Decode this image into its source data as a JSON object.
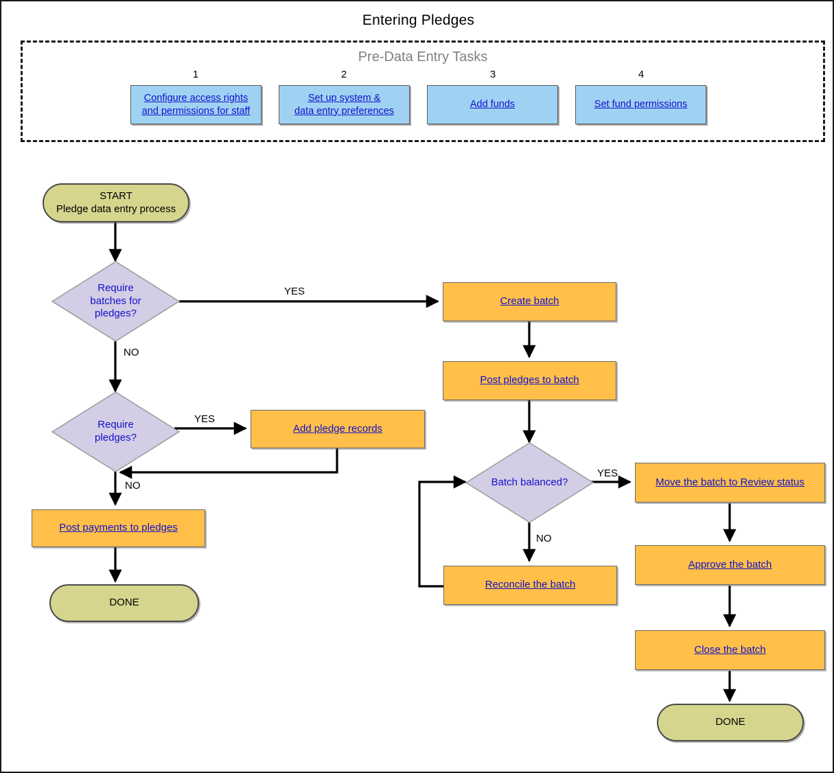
{
  "page": {
    "title": "Entering Pledges",
    "background": "#ffffff",
    "border_color": "#1a1a1a"
  },
  "colors": {
    "orange_fill": "#FFBF49",
    "blue_fill": "#9FD2F2",
    "olive_fill": "#D5D58E",
    "lavender_fill": "#D3CDE5",
    "link_text": "#1111CC",
    "group_title_text": "#808080",
    "connector": "#000000"
  },
  "pre_data_entry": {
    "group_title": "Pre-Data Entry Tasks",
    "tasks": [
      {
        "number": "1",
        "label": "Configure access rights\nand permissions for staff"
      },
      {
        "number": "2",
        "label": "Set up system &\ndata entry preferences"
      },
      {
        "number": "3",
        "label": "Add funds"
      },
      {
        "number": "4",
        "label": "Set fund permissions"
      }
    ]
  },
  "chart_data": {
    "type": "diagram",
    "diagram_type": "flowchart",
    "title": "Entering Pledges",
    "nodes": [
      {
        "id": "start",
        "type": "terminator",
        "label": "START\nPledge data entry process"
      },
      {
        "id": "require_batches",
        "type": "decision",
        "label": "Require\nbatches for\npledges?"
      },
      {
        "id": "require_pledges",
        "type": "decision",
        "label": "Require\npledges?"
      },
      {
        "id": "add_pledge_records",
        "type": "process",
        "label": "Add pledge records"
      },
      {
        "id": "post_payments",
        "type": "process",
        "label": "Post payments to pledges"
      },
      {
        "id": "done_left",
        "type": "terminator",
        "label": "DONE"
      },
      {
        "id": "create_batch",
        "type": "process",
        "label": "Create batch"
      },
      {
        "id": "post_pledges_batch",
        "type": "process",
        "label": "Post pledges to batch"
      },
      {
        "id": "batch_balanced",
        "type": "decision",
        "label": "Batch balanced?"
      },
      {
        "id": "reconcile_batch",
        "type": "process",
        "label": "Reconcile the batch"
      },
      {
        "id": "move_review",
        "type": "process",
        "label": "Move the batch to Review status"
      },
      {
        "id": "approve_batch",
        "type": "process",
        "label": "Approve the batch"
      },
      {
        "id": "close_batch",
        "type": "process",
        "label": "Close the batch"
      },
      {
        "id": "done_right",
        "type": "terminator",
        "label": "DONE"
      }
    ],
    "edges": [
      {
        "from": "start",
        "to": "require_batches",
        "label": ""
      },
      {
        "from": "require_batches",
        "to": "create_batch",
        "label": "YES"
      },
      {
        "from": "require_batches",
        "to": "require_pledges",
        "label": "NO"
      },
      {
        "from": "require_pledges",
        "to": "add_pledge_records",
        "label": "YES"
      },
      {
        "from": "add_pledge_records",
        "to": "require_pledges",
        "label": ""
      },
      {
        "from": "require_pledges",
        "to": "post_payments",
        "label": "NO"
      },
      {
        "from": "post_payments",
        "to": "done_left",
        "label": ""
      },
      {
        "from": "create_batch",
        "to": "post_pledges_batch",
        "label": ""
      },
      {
        "from": "post_pledges_batch",
        "to": "batch_balanced",
        "label": ""
      },
      {
        "from": "batch_balanced",
        "to": "move_review",
        "label": "YES"
      },
      {
        "from": "batch_balanced",
        "to": "reconcile_batch",
        "label": "NO"
      },
      {
        "from": "reconcile_batch",
        "to": "batch_balanced",
        "label": ""
      },
      {
        "from": "move_review",
        "to": "approve_batch",
        "label": ""
      },
      {
        "from": "approve_batch",
        "to": "close_batch",
        "label": ""
      },
      {
        "from": "close_batch",
        "to": "done_right",
        "label": ""
      }
    ]
  },
  "labels": {
    "start": "START",
    "start_sub": "Pledge data entry process",
    "require_batches_l1": "Require",
    "require_batches_l2": "batches for",
    "require_batches_l3": "pledges?",
    "require_pledges_l1": "Require",
    "require_pledges_l2": "pledges?",
    "add_pledge_records": "Add pledge records",
    "post_payments": "Post payments to pledges",
    "done_left": "DONE",
    "create_batch": "Create batch",
    "post_pledges_batch": "Post pledges to batch",
    "batch_balanced": "Batch balanced?",
    "reconcile_batch": "Reconcile the batch",
    "move_review": "Move the batch to Review status",
    "approve_batch": "Approve the batch",
    "close_batch": "Close the batch",
    "done_right": "DONE",
    "task1_l1": "Configure access rights",
    "task1_l2": "and permissions for staff",
    "task2_l1": "Set up system &",
    "task2_l2": "data entry preferences",
    "task3": "Add funds",
    "task4": "Set fund permissions",
    "yes1": "YES",
    "no1": "NO",
    "yes2": "YES",
    "no2": "NO",
    "yes3": "YES",
    "no3": "NO"
  }
}
